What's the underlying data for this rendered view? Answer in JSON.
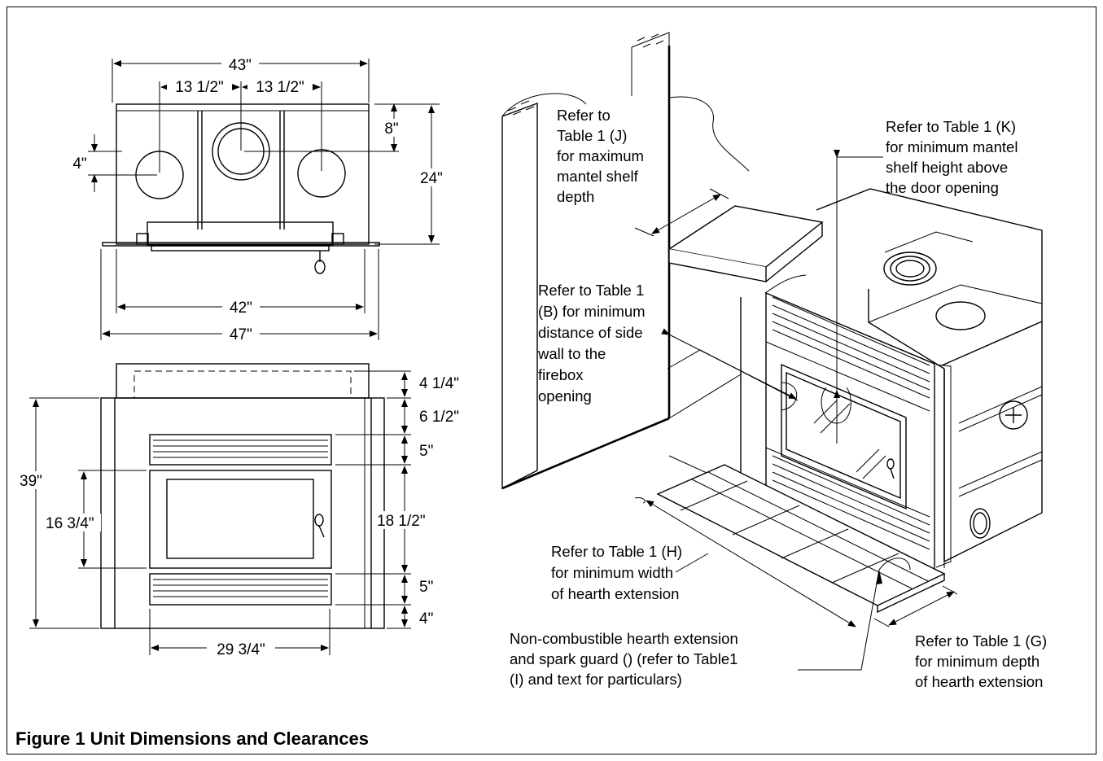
{
  "caption": "Figure 1 Unit Dimensions and Clearances",
  "top_view": {
    "overall_width": "43\"",
    "spacing_left": "13 1/2\"",
    "spacing_right": "13 1/2\"",
    "rear_offset": "8\"",
    "side_offset": "4\"",
    "depth": "24\"",
    "body_width": "42\"",
    "flange_width": "47\""
  },
  "front_view": {
    "top_trim": "4 1/4\"",
    "upper_gap": "6 1/2\"",
    "upper_louver": "5\"",
    "overall_height": "39\"",
    "door_height": "16 3/4\"",
    "body_height": "18 1/2\"",
    "lower_louver": "5\"",
    "bottom_gap": "4\"",
    "door_width": "29 3/4\""
  },
  "notes": {
    "mantel_depth": [
      "Refer to",
      "Table 1 (J)",
      "for maximum",
      "mantel  shelf",
      "depth"
    ],
    "mantel_height": [
      "Refer to Table 1 (K)",
      "for minimum mantel",
      "shelf height above",
      "the door opening"
    ],
    "side_wall": [
      "Refer to Table 1",
      "(B) for minimum",
      "distance of side",
      "wall to the",
      "firebox",
      "opening"
    ],
    "hearth_width": [
      "Refer to Table 1 (H)",
      "for minimum width",
      "of hearth extension"
    ],
    "hearth_material": [
      "Non-combustible hearth extension",
      "and spark guard () (refer to Table1",
      "(I) and text for particulars)"
    ],
    "hearth_depth": [
      "Refer to Table 1 (G)",
      "for minimum depth",
      "of hearth extension"
    ]
  }
}
